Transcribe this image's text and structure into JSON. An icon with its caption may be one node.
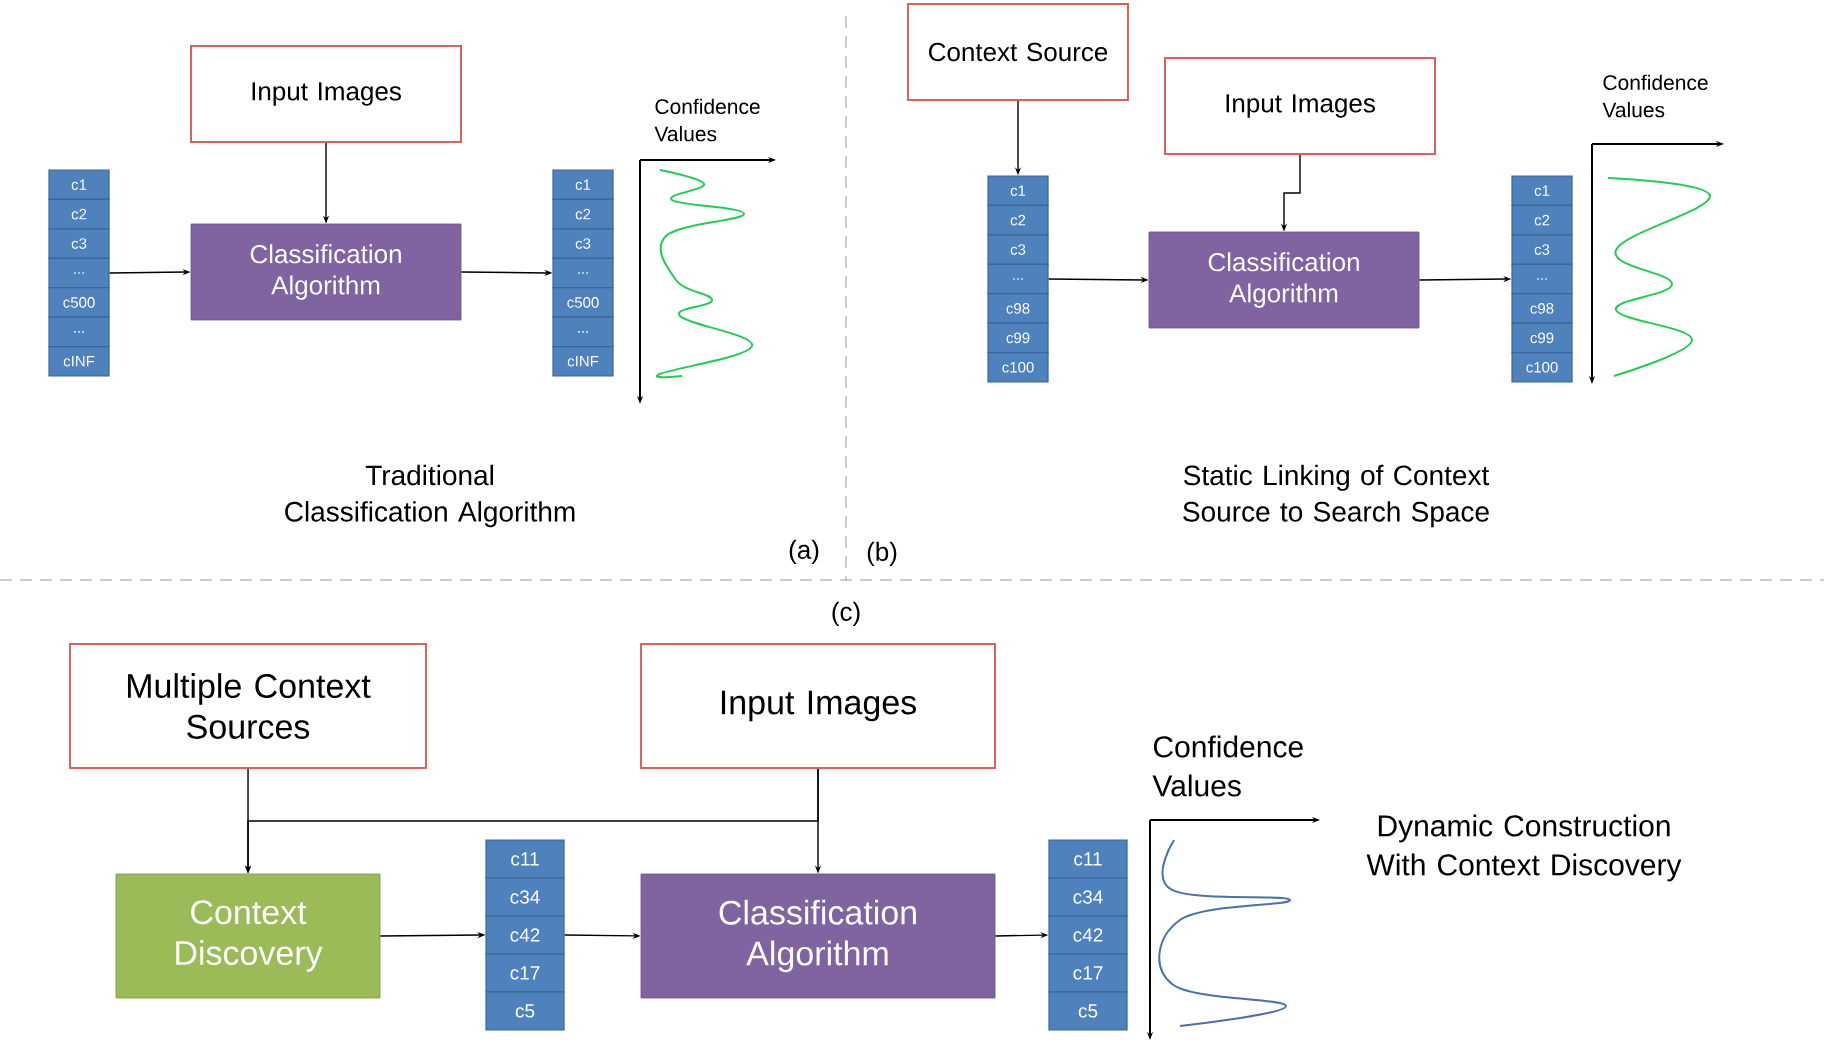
{
  "diagram": {
    "nodes": [
      {
        "text": [
          "Input Images"
        ]
      },
      {
        "text": [
          "Classification Algorithm"
        ]
      },
      {
        "text": [
          "c1"
        ]
      },
      {
        "text": [
          "c2"
        ]
      },
      {
        "text": [
          "c3"
        ]
      },
      {
        "text": [
          "..."
        ]
      },
      {
        "text": [
          "c500"
        ]
      },
      {
        "text": [
          "..."
        ]
      },
      {
        "text": [
          "cINF"
        ]
      },
      {
        "text": [
          "c1"
        ]
      },
      {
        "text": [
          "c2"
        ]
      },
      {
        "text": [
          "c3"
        ]
      },
      {
        "text": [
          "..."
        ]
      },
      {
        "text": [
          "c500"
        ]
      },
      {
        "text": [
          "..."
        ]
      },
      {
        "text": [
          "cINF"
        ]
      },
      {
        "text": [
          "Context Source"
        ]
      },
      {
        "text": [
          "Input Images"
        ]
      },
      {
        "text": [
          "Classification Algorithm"
        ]
      },
      {
        "text": [
          "c1"
        ]
      },
      {
        "text": [
          "c2"
        ]
      },
      {
        "text": [
          "c3"
        ]
      },
      {
        "text": [
          "..."
        ]
      },
      {
        "text": [
          "c98"
        ]
      },
      {
        "text": [
          "c99"
        ]
      },
      {
        "text": [
          "c100"
        ]
      },
      {
        "text": [
          "c1"
        ]
      },
      {
        "text": [
          "c2"
        ]
      },
      {
        "text": [
          "c3"
        ]
      },
      {
        "text": [
          "..."
        ]
      },
      {
        "text": [
          "c98"
        ]
      },
      {
        "text": [
          "c99"
        ]
      },
      {
        "text": [
          "c100"
        ]
      },
      {
        "text": [
          "Multiple Context Sources"
        ]
      },
      {
        "text": [
          "Input Images"
        ]
      },
      {
        "text": [
          "Context Discovery"
        ]
      },
      {
        "text": [
          "c11"
        ]
      },
      {
        "text": [
          "c34"
        ]
      },
      {
        "text": [
          "c42"
        ]
      },
      {
        "text": [
          "c17"
        ]
      },
      {
        "text": [
          "c5"
        ]
      },
      {
        "text": [
          "Classification Algorithm"
        ]
      },
      {
        "text": [
          "c11"
        ]
      },
      {
        "text": [
          "c34"
        ]
      },
      {
        "text": [
          "c42"
        ]
      },
      {
        "text": [
          "c17"
        ]
      },
      {
        "text": [
          "c5"
        ]
      }
    ],
    "edges": [
      {
        "from": 0,
        "to": 1,
        "arrow": "to"
      },
      {
        "from": 5,
        "to": 1,
        "arrow": "to"
      },
      {
        "from": 1,
        "to": 12,
        "arrow": "to"
      },
      {
        "from": 16,
        "to": 19,
        "arrow": "to"
      },
      {
        "from": 17,
        "to": 18,
        "arrow": "to"
      },
      {
        "from": 22,
        "to": 18,
        "arrow": "to"
      },
      {
        "from": 18,
        "to": 29,
        "arrow": "to"
      },
      {
        "from": 33,
        "to": 35,
        "arrow": "to"
      },
      {
        "from": 34,
        "to": 35,
        "arrow": "to"
      },
      {
        "from": 34,
        "to": 41,
        "arrow": "to"
      },
      {
        "from": 35,
        "to": 38,
        "arrow": "to"
      },
      {
        "from": 38,
        "to": 41,
        "arrow": "to"
      },
      {
        "from": 41,
        "to": 44,
        "arrow": "to"
      }
    ],
    "labels": [
      "Confidence Values",
      "Traditional Classification Algorithm",
      "(a)",
      "Confidence Values",
      "Static Linking of Context Source to Search Space",
      "(b)",
      "(c)",
      "Confidence Values",
      "Dynamic Construction With Context Discovery"
    ]
  }
}
